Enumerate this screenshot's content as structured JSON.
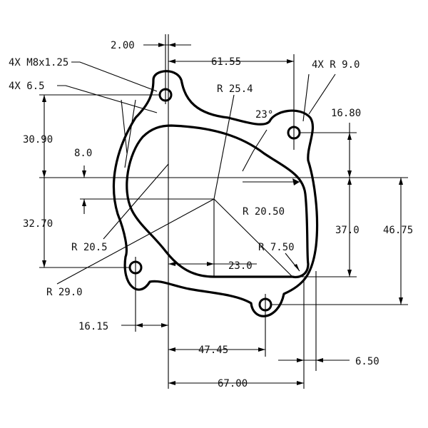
{
  "drawing": {
    "colors": {
      "line": "#000000",
      "background": "#ffffff",
      "text": "#111111"
    },
    "labels": {
      "dim_2_00": "2.00",
      "dim_61_55": "61.55",
      "thread_callout": "4X M8x1.25",
      "hole_callout": "4X 6.5",
      "radius_corner_callout": "4X R 9.0",
      "radius_25_4": "R 25.4",
      "angle_23": "23°",
      "dim_16_80": "16.80",
      "dim_30_90": "30.90",
      "dim_8_0": "8.0",
      "radius_20_50": "R 20.50",
      "dim_32_70": "32.70",
      "radius_20_5": "R 20.5",
      "dim_37_0": "37.0",
      "dim_46_75": "46.75",
      "radius_7_50": "R 7.50",
      "dim_23_0": "23.0",
      "radius_29_0": "R 29.0",
      "dim_16_15": "16.15",
      "dim_47_45": "47.45",
      "dim_6_50": "6.50",
      "dim_67_00": "67.00"
    }
  }
}
